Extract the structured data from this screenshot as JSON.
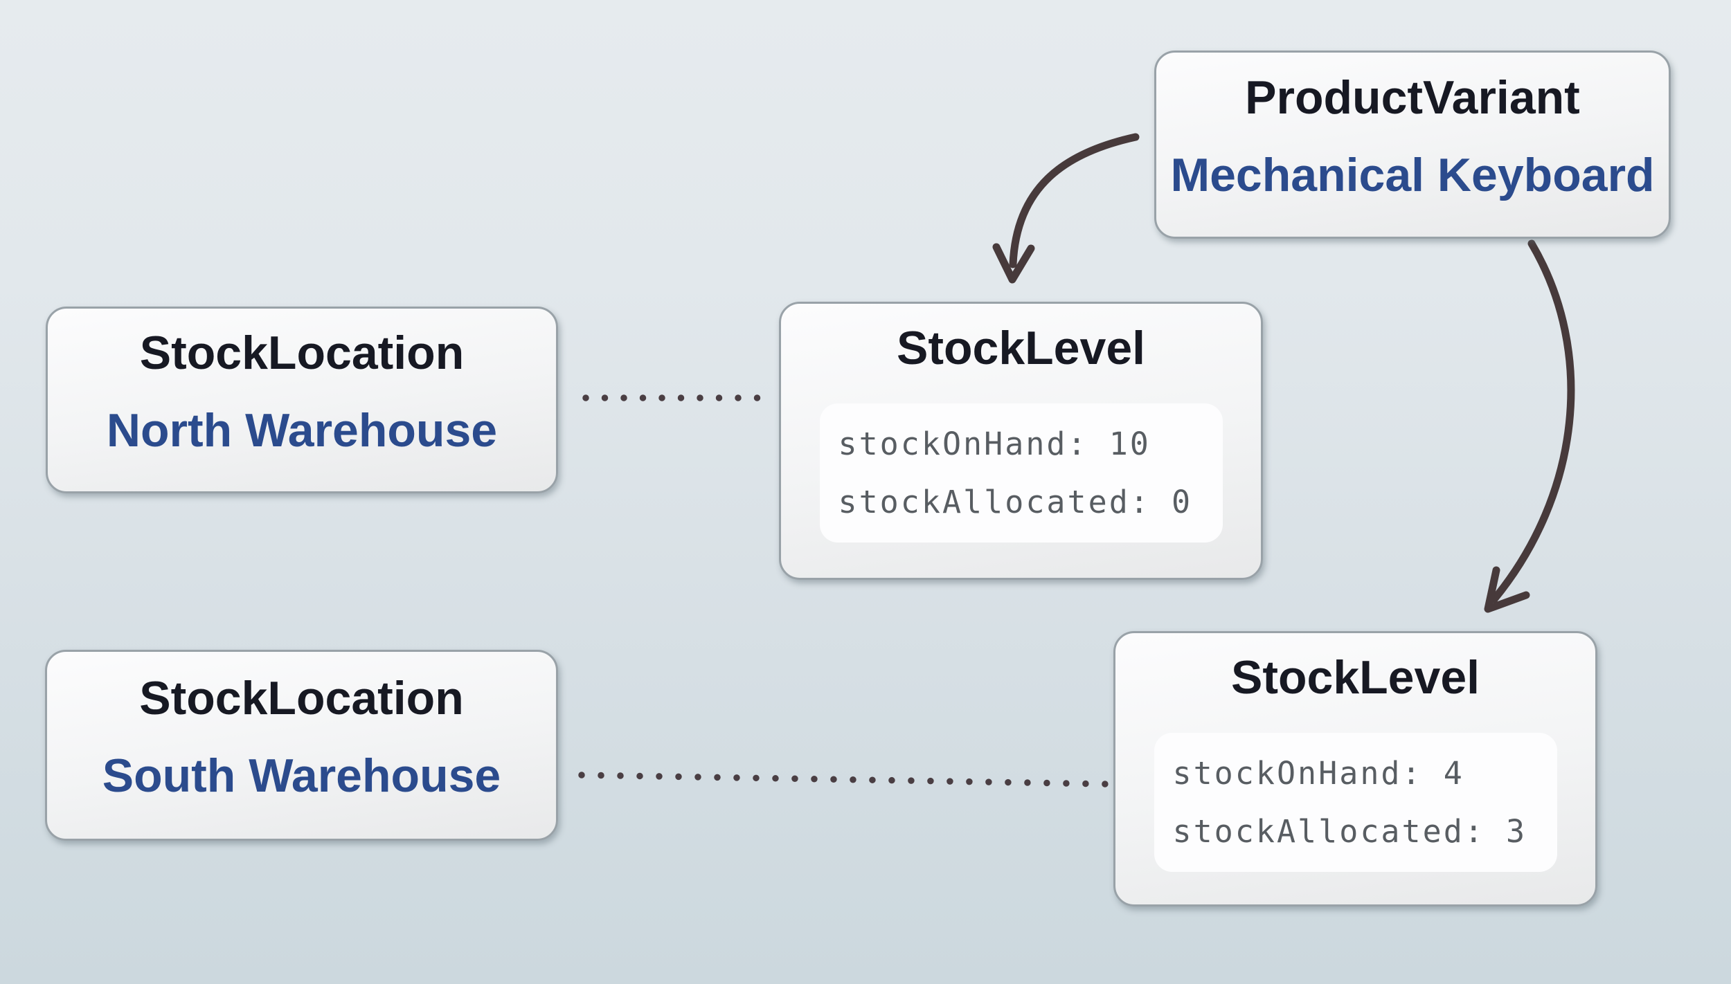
{
  "entities": {
    "product_variant": {
      "type_label": "ProductVariant",
      "instance_name": "Mechanical Keyboard"
    },
    "stock_location_north": {
      "type_label": "StockLocation",
      "instance_name": "North Warehouse"
    },
    "stock_location_south": {
      "type_label": "StockLocation",
      "instance_name": "South Warehouse"
    },
    "stock_level_north": {
      "type_label": "StockLevel",
      "code_lines": [
        "stockOnHand: 10",
        "stockAllocated: 0"
      ],
      "fields": {
        "stockOnHand": 10,
        "stockAllocated": 0
      }
    },
    "stock_level_south": {
      "type_label": "StockLevel",
      "code_lines": [
        "stockOnHand: 4",
        "stockAllocated: 3"
      ],
      "fields": {
        "stockOnHand": 4,
        "stockAllocated": 3
      }
    }
  },
  "relations": {
    "arrows": [
      {
        "from": "product_variant",
        "to": "stock_level_north",
        "style": "curved-solid-arrow"
      },
      {
        "from": "product_variant",
        "to": "stock_level_south",
        "style": "curved-solid-arrow"
      }
    ],
    "dotted_links": [
      {
        "from": "stock_location_north",
        "to": "stock_level_north",
        "style": "dotted-line"
      },
      {
        "from": "stock_location_south",
        "to": "stock_level_south",
        "style": "dotted-line"
      }
    ]
  },
  "colors": {
    "background_top": "#e6ebee",
    "background_bottom": "#ccd8de",
    "box_border": "#99a2a8",
    "box_fill_top": "#fcfcfd",
    "box_fill_bottom": "#e8e9ea",
    "type_label_text": "#171923",
    "instance_name_text": "#2b4b8d",
    "code_text": "#585d62",
    "code_panel_background": "#fdfdfe",
    "arrow": "#473a3b",
    "dot": "#4a3e43"
  }
}
